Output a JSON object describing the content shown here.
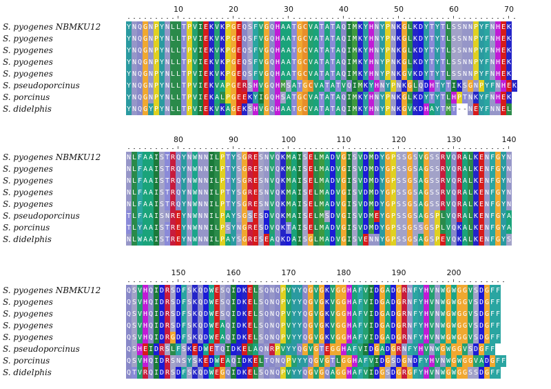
{
  "labels": [
    "S. pyogenes NBMKU12",
    "S. pyogenes",
    "S. pyogenes",
    "S. pyogenes",
    "S. pyogenes",
    "S. pseudoporcinus",
    "S. porcinus",
    "S. didelphis"
  ],
  "blocks": [
    {
      "ticks": [
        "10",
        "20",
        "30",
        "40",
        "50",
        "60",
        "70"
      ],
      "tick_positions": [
        10,
        20,
        30,
        40,
        50,
        60,
        70
      ],
      "start": 1,
      "rows": [
        "YNQGNPYNLLTPVIEKVKPGEQSFVGQHAATGCVATATAQIMKYHNYPNKGLKDYTYTLSSNNPYFNHEK",
        "YNQGNPYNLLTPVIEKVKPGEQSFVGQHAATGCVATATAQIMKYHNYPNKGLKDYTYTLSSNNPYFNHEK",
        "YNQGNPYNLLTPVIEKVKPGEQSFVGQHAATGCVATATAQIMKYHNYPNKGLKDYTYTLSSNNPYFNHEK",
        "YNQGNPYNLLTPVIEKVKPGEQSFVGQHAATGCVATATAQIMKYHNYPNKGLKDYTYTLSSNNPYFNHEK",
        "YNQGNPYNLLTPVIEKVKPGEQSFVGQHAATGCVATATAQIMKYHNYPNKGVKDYTYTLSSNNPYFNHEK",
        "YNQGNPYNLLTPVIEKVAPGERSHVGQHMSATGCVATATVQIMKYHNYPNKGLQDHTYTIKSGNPYFNHEK",
        "YNQGNPYNLLTPVIEKALPGEEKYIGQHSATGCVATATAQIMKYHNYPNKGLKDYTYTLHPTNKYFNHEK",
        "YNQGYPYNLLTPVIEKVKAGEKSHVGQHAATGCVATATAQIMKYHNYPNKGVKDHAYTMT--NEYFNNEL"
      ]
    },
    {
      "ticks": [
        "80",
        "90",
        "100",
        "110",
        "120",
        "130",
        "140"
      ],
      "tick_positions": [
        80,
        90,
        100,
        110,
        120,
        130,
        140
      ],
      "start": 71,
      "rows": [
        "NLFAAISTRQYNWNNILPTYSGRESNVQKMAISELMADVGISVDMDYGPSSGSVGSSRVQRALKENFGYN",
        "NLFAAISTRQYNWNNILPTYSGRESNVQKMAISELMADVGISVDMDYGPSSGSAGSSRVQRALKENFGYN",
        "NLFAAISTRQYNWNNILPTYSGRESNVQKMAISELMADVGISVDMDYGPSSGSAGSSRVQRALKENFGYN",
        "NLFAAISTRQYNWNNILPTYSGRESNVQKMAISELMADVGISVDMDYGPSSGSAGSSRVQRALKENFGYN",
        "NLFAAISTRQYNWNNILPTYSGRESNVQKMAISELMADVGISVDMDYGPSSGSAGSSRVQRALKENFGYN",
        "TLFAAISNREYNWNNILPAYSGSESDVQKMAISELMSDVGISVDMEYGPSSGSAGSPLVQRALKENFGYA",
        "TLYAAISTREYNWNNILPSYNGRESDVQKTAISELMADVGISVDMDYGPSSGSSGSPLVQKALKENFGYA",
        "NLWAAISTREYNWNNILPAYSGRESEAQKDAISGLMADVGISVENNYGPSSGSAGSPEVQKALKENFGYS"
      ]
    },
    {
      "ticks": [
        "150",
        "160",
        "170",
        "180",
        "190",
        "200"
      ],
      "tick_positions": [
        150,
        160,
        170,
        180,
        190,
        200
      ],
      "start": 141,
      "rows": [
        "QSVHQIDRSDFSKQDWESQIDKELSQNQPVYYQGVGKVGGHAFVIDGADGRNFYHVNWGWGGVSDGFF",
        "QSVHQIDRSDFSKQDWESQIDKELSQNQPVYYQGVGKVGGHAFVIDGADGRNFYHVNWGWGGVSDGFF",
        "QSVHQIDRSDFSKQDWESQIDKELSQNQPVYYQGVGKVGGHAFVIDGADGRNFYHVNWGWGGVSDGFF",
        "QSVHQIDRSDFSKQDWEAQIDKELSQNQPVYYQGVGKVGGHAFVIDGADGRNFYHVNWGWGGVSDGFF",
        "QSVHQIDRGDFSKQDWEAQIDKELSQNQPVYYQGVGKVGGHAFVIDGADGRNFYHVNWGWGGVSDGFF",
        "QSHEIDRSLFSKEDWETQIDKELAQNRPVYYQGVGTEGGHAFVIDGADGRNFYHVNWGWGGVSDGFF",
        "QSVHQIDRSNSYSKEDWEAQIDKELTQNQPVYYQGVGTLGGHAFVIDGSDGNDFYHVNWGWGGVADGFF",
        "QTVRQIDRSDFSKQDWEGQIDKELSQNQPVYYQGVGQAGGHAFVIDGSDGRGFYHVNWGWGGSSDGFF"
      ]
    }
  ],
  "colors": {
    "A": "#1aa37a",
    "C": "#e88e2b",
    "D": "#1b1bd6",
    "E": "#d61b1b",
    "F": "#2aa5a1",
    "G": "#f0a830",
    "H": "#c11bd6",
    "I": "#1b7a3a",
    "K": "#2424c8",
    "L": "#2a8a4a",
    "M": "#3f9a3f",
    "N": "#9696c8",
    "P": "#e0d020",
    "Q": "#8888c8",
    "R": "#c81b3c",
    "S": "#a2a2c8",
    "T": "#8a8ad8",
    "V": "#24a070",
    "W": "#1ba58a",
    "Y": "#2a9aa0",
    "-": "#ffffff"
  },
  "light_letters": [
    "P",
    "G"
  ]
}
